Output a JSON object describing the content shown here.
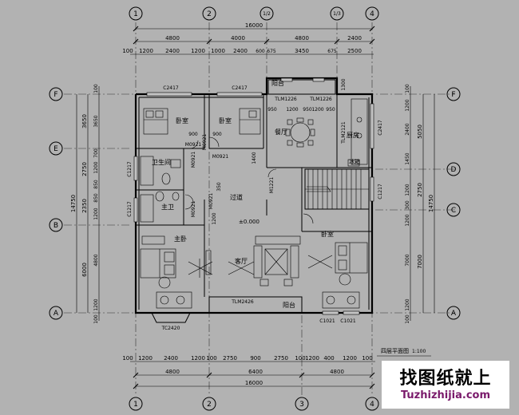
{
  "axis_bubbles": {
    "top": [
      "1",
      "2",
      "1/2",
      "1/3",
      "4"
    ],
    "bottom": [
      "1",
      "2",
      "3",
      "4"
    ],
    "left": [
      "F",
      "E",
      "B",
      "A"
    ],
    "right": [
      "F",
      "D",
      "C",
      "A"
    ]
  },
  "dims": {
    "top_total": "16000",
    "top_mid": [
      "4800",
      "4000",
      "4800",
      "2400"
    ],
    "top_fine": [
      "100",
      "1200",
      "2400",
      "1200",
      "1000",
      "2400",
      "600",
      "675",
      "3450",
      "675",
      "2500"
    ],
    "bottom_fine": [
      "100",
      "1200",
      "2400",
      "1200",
      "100",
      "2750",
      "900",
      "2750",
      "100",
      "1200",
      "400",
      "1200",
      "100"
    ],
    "bottom_mid": [
      "4800",
      "6400",
      "4800"
    ],
    "bottom_total": "16000",
    "left_outer": [
      "3650",
      "2750",
      "2350",
      "6000"
    ],
    "left_inner": [
      "100",
      "3650",
      "700",
      "1200",
      "850",
      "850",
      "1200",
      "4800",
      "1200",
      "100"
    ],
    "left_total": "14750",
    "right_outer": [
      "5050",
      "2750",
      "7000"
    ],
    "right_inner": [
      "100",
      "1200",
      "2400",
      "1450",
      "1200",
      "300",
      "1200",
      "7000",
      "1200",
      "100"
    ],
    "right_total": "14750"
  },
  "rooms": {
    "bedroom_nw": "卧室",
    "bedroom_n": "卧室",
    "dining": "餐厅",
    "kitchen": "厨房",
    "bathroom": "卫生间",
    "wc": "主卫",
    "corridor": "过道",
    "master": "主卧",
    "living": "客厅",
    "bedroom_se": "卧室",
    "balcony_top": "阳台",
    "balcony_bottom": "阳台",
    "fridge": "冰箱"
  },
  "labels": {
    "level": "±0.000",
    "drawing_title": "四层平面图",
    "drawing_scale": "1:100",
    "c2417_a": "C2417",
    "c2417_b": "C2417",
    "c2417_c": "C2417",
    "tlm1226_a": "TLM1226",
    "tlm1226_b": "TLM1226",
    "tlm2121": "TLM2121",
    "tlm2426": "TLM2426",
    "m0921_a": "M0921",
    "m0921_b": "M0921",
    "m0921_c": "M0921",
    "m0921_d": "M0921",
    "m0921_e": "M0921",
    "m0921_f": "M0921",
    "m1221": "M1221",
    "c1217_a": "C1217",
    "c1217_b": "C1217",
    "c1217_c": "C1217",
    "c1021_a": "C1021",
    "c1021_b": "C1021",
    "tc2420": "TC2420",
    "n950_a": "950",
    "n1200_a": "1200",
    "n950_b": "950",
    "n1200_b": "1200",
    "n950_c": "950",
    "n900": "900",
    "n900_b": "900",
    "n1300": "1300",
    "n1400": "1400",
    "n350": "350",
    "n1200_c": "1200"
  },
  "watermark": {
    "cn": "找图纸就上",
    "en": "Tuzhizhijia.com"
  }
}
